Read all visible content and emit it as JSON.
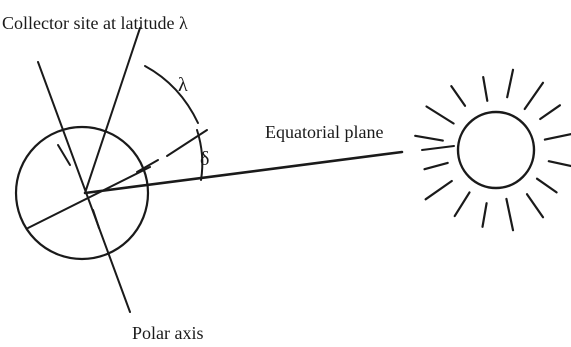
{
  "labels": {
    "collector_site": "Collector site at latitude λ",
    "lambda": "λ",
    "delta": "δ",
    "equatorial_plane": "Equatorial plane",
    "polar_axis": "Polar axis"
  },
  "colors": {
    "ink": "#1a1a1a",
    "background": "#ffffff"
  }
}
